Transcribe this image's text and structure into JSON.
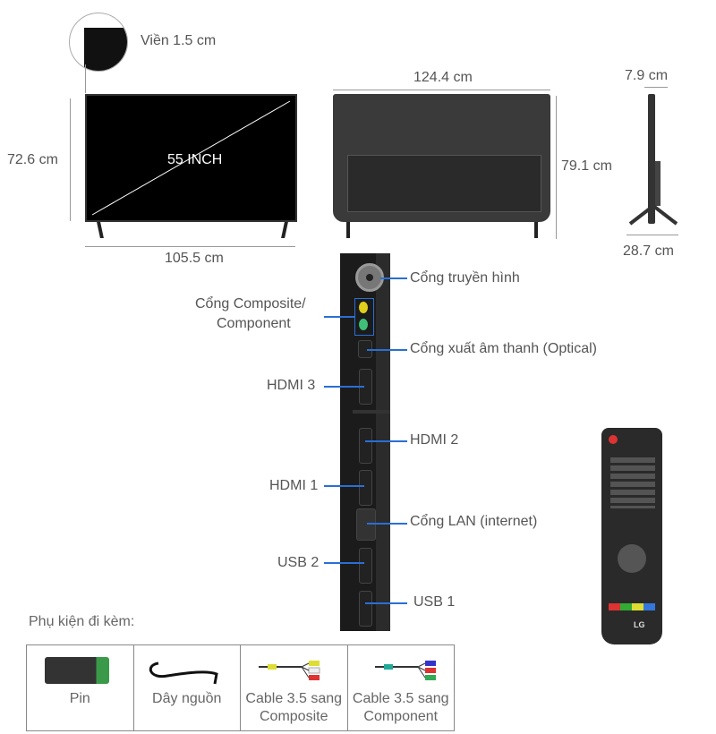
{
  "front": {
    "bezel_label": "Viền 1.5 cm",
    "height_label": "72.6 cm",
    "width_label": "105.5 cm",
    "screen_label": "55 INCH"
  },
  "back": {
    "width_label": "124.4 cm",
    "height_label": "79.1 cm"
  },
  "side": {
    "depth_label": "7.9 cm",
    "stand_depth_label": "28.7 cm"
  },
  "ports": {
    "antenna": "Cổng truyền hình",
    "composite_line1": "Cổng Composite/",
    "composite_line2": "Component",
    "optical": "Cổng xuất âm thanh (Optical)",
    "hdmi3": "HDMI 3",
    "hdmi2": "HDMI 2",
    "hdmi1": "HDMI 1",
    "lan": "Cổng LAN (internet)",
    "usb2": "USB 2",
    "usb1": "USB 1"
  },
  "accessories": {
    "title": "Phụ kiện đi kèm:",
    "items": [
      {
        "line1": "Pin",
        "line2": ""
      },
      {
        "line1": "Dây nguồn",
        "line2": ""
      },
      {
        "line1": "Cable 3.5 sang",
        "line2": "Composite"
      },
      {
        "line1": "Cable 3.5 sang",
        "line2": "Component"
      }
    ]
  },
  "remote": {
    "brand": "LG"
  },
  "colors": {
    "leader": "#2a6fd6",
    "text": "#555555"
  }
}
